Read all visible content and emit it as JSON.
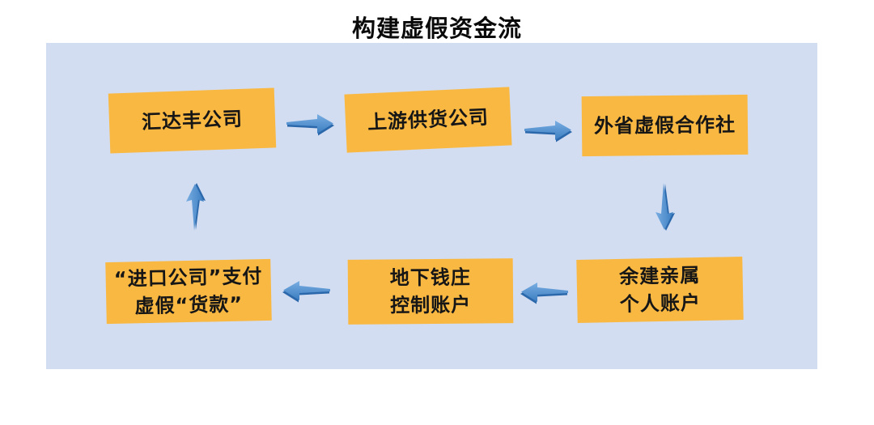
{
  "title": "构建虚假资金流",
  "colors": {
    "panel_bg": "#d3ddf1",
    "node_bg": "#f9b842",
    "node_text": "#161616",
    "arrow_light": "#79aee2",
    "arrow_mid": "#3a7cc0",
    "arrow_dark": "#2a67ab",
    "title_color": "#0a0a0a"
  },
  "nodes": [
    {
      "id": "huidafeng-company",
      "lines": [
        "汇达丰公司"
      ]
    },
    {
      "id": "upstream-supplier",
      "lines": [
        "上游供货公司"
      ]
    },
    {
      "id": "fake-cooperative",
      "lines": [
        "外省虚假合作社"
      ]
    },
    {
      "id": "import-payment",
      "lines": [
        "“进口公司”支付",
        "虚假“货款”"
      ]
    },
    {
      "id": "underground-bank",
      "lines": [
        "地下钱庄",
        "控制账户"
      ]
    },
    {
      "id": "relatives-accounts",
      "lines": [
        "余建亲属",
        "个人账户"
      ]
    }
  ],
  "arrows": [
    {
      "id": "arrow-1",
      "from": "huidafeng-company",
      "to": "upstream-supplier",
      "direction": "right"
    },
    {
      "id": "arrow-2",
      "from": "upstream-supplier",
      "to": "fake-cooperative",
      "direction": "right"
    },
    {
      "id": "arrow-3",
      "from": "fake-cooperative",
      "to": "relatives-accounts",
      "direction": "down"
    },
    {
      "id": "arrow-4",
      "from": "relatives-accounts",
      "to": "underground-bank",
      "direction": "left"
    },
    {
      "id": "arrow-5",
      "from": "underground-bank",
      "to": "import-payment",
      "direction": "left"
    },
    {
      "id": "arrow-6",
      "from": "import-payment",
      "to": "huidafeng-company",
      "direction": "up"
    }
  ]
}
